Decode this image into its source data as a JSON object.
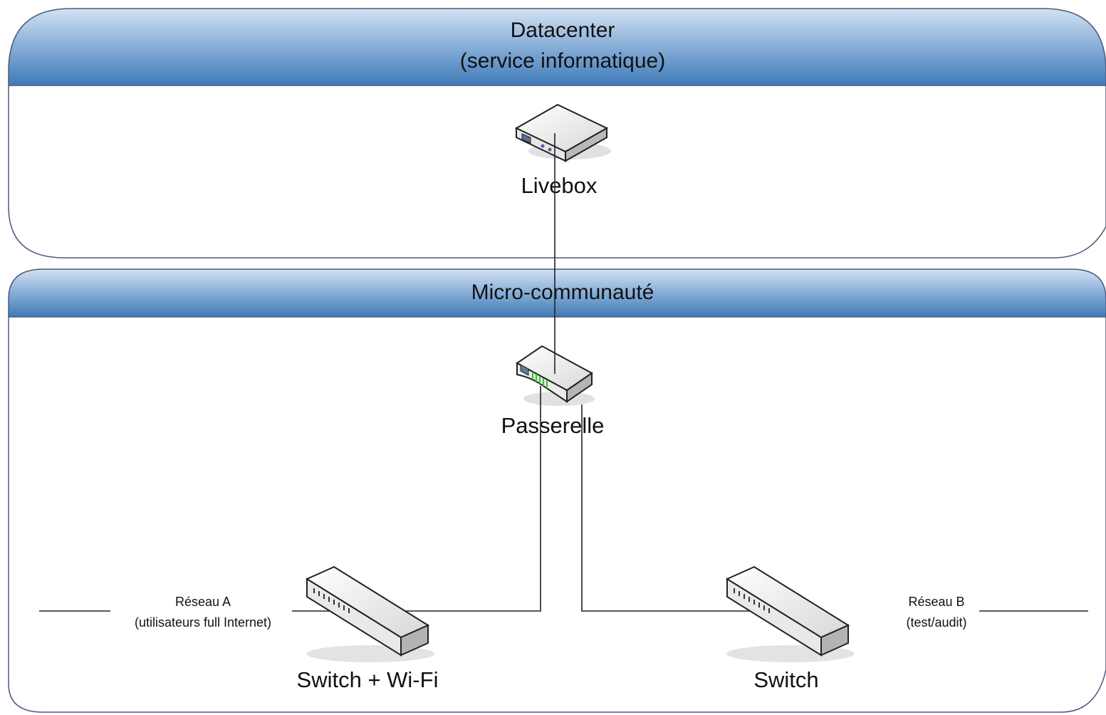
{
  "zones": {
    "datacenter": {
      "title_line1": "Datacenter",
      "title_line2": "(service informatique)"
    },
    "micro": {
      "title": "Micro-communauté"
    }
  },
  "devices": {
    "livebox": {
      "label": "Livebox",
      "icon": "modem-icon"
    },
    "passerelle": {
      "label": "Passerelle",
      "icon": "router-icon"
    },
    "switch_wifi": {
      "label": "Switch + Wi-Fi",
      "icon": "switch-icon"
    },
    "switch": {
      "label": "Switch",
      "icon": "switch-icon"
    }
  },
  "networks": {
    "a": {
      "line1": "Réseau A",
      "line2": "(utilisateurs full Internet)"
    },
    "b": {
      "line1": "Réseau B",
      "line2": "(test/audit)"
    }
  },
  "colors": {
    "header_top": "#c6d9ef",
    "header_bottom": "#4c86bf",
    "border": "#4a5a7a",
    "led": "#3cc43c"
  }
}
